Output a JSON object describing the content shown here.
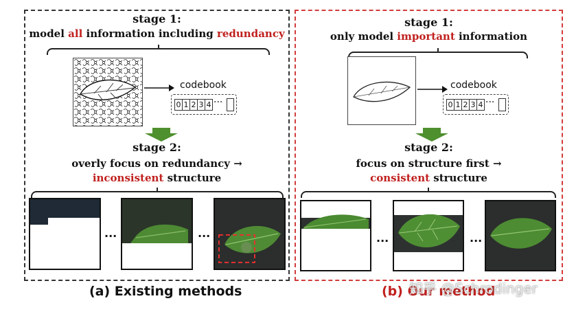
{
  "colors": {
    "accent_red": "#c0211f",
    "arrow_green": "#4e8f2e",
    "panel_left_border": "#333333",
    "panel_right_border": "#d23b3b"
  },
  "left": {
    "stage1_title": "stage 1:",
    "stage1_desc": {
      "prefix": "model ",
      "highlight1": "all",
      "middle": " information including ",
      "highlight2": "redundancy"
    },
    "codebook_label": "codebook",
    "codebook_cells": [
      "0",
      "1",
      "2",
      "3",
      "4"
    ],
    "codebook_ellipsis": "···",
    "stage2_title": "stage 2:",
    "stage2_line1": "overly focus on redundancy →",
    "stage2_line2": {
      "highlight": "inconsistent",
      "suffix": " structure"
    },
    "dots1": "...",
    "dots2": "...",
    "caption": "(a) Existing methods"
  },
  "right": {
    "stage1_title": "stage 1:",
    "stage1_desc": {
      "prefix": "only model ",
      "highlight": "important",
      "suffix": " information"
    },
    "codebook_label": "codebook",
    "codebook_cells": [
      "0",
      "1",
      "2",
      "3",
      "4"
    ],
    "codebook_ellipsis": "···",
    "stage2_title": "stage 2:",
    "stage2_line1": "focus on structure first →",
    "stage2_line2": {
      "highlight": "consistent",
      "suffix": " structure"
    },
    "dots1": "...",
    "dots2": "...",
    "caption": "(b) Our method"
  },
  "watermark": "知乎 @Schrodinger"
}
